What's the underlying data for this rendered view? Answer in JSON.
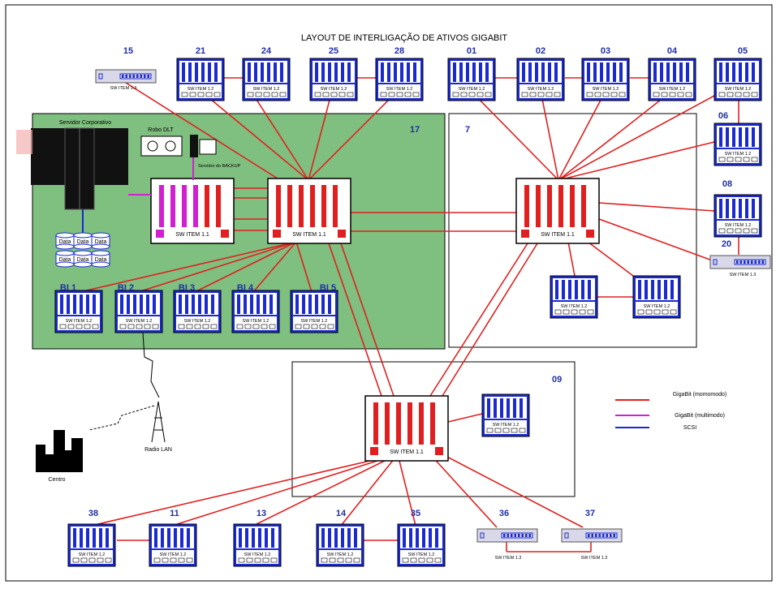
{
  "title": "LAYOUT DE INTERLIGAÇÃO DE ATIVOS GIGABIT",
  "colors": {
    "gigabit_mono": "#e02020",
    "gigabit_multi": "#d020d0",
    "scsi": "#1a2ad0",
    "zone_green": "#7fbf7f",
    "label_blue": "#1f2fa8"
  },
  "zones": {
    "z17": "17",
    "z7": "7",
    "z09": "09"
  },
  "core_label": "SW ITEM 1.1",
  "edge_label": "SW ITEM 1.2",
  "rack_label": "SW ITEM 1.3",
  "rack_label_alt": "SW  ITEM 1.3",
  "edge_ids": [
    "21",
    "24",
    "25",
    "28",
    "01",
    "02",
    "03",
    "04",
    "05",
    "06",
    "08",
    "BI 1",
    "BI 2",
    "BI 3",
    "BI 4",
    "BI 5",
    "38",
    "11",
    "13",
    "14",
    "35",
    "09-side",
    "z7-a",
    "z7-b"
  ],
  "edge_numbers": {
    "n21": "21",
    "n24": "24",
    "n25": "25",
    "n28": "28",
    "n01": "01",
    "n02": "02",
    "n03": "03",
    "n04": "04",
    "n05": "05",
    "n06": "06",
    "n08": "08",
    "bi1": "BI 1",
    "bi2": "BI 2",
    "bi3": "BI 3",
    "bi4": "BI 4",
    "bi5": "BI 5",
    "n38": "38",
    "n11": "11",
    "n13": "13",
    "n14": "14",
    "n35": "35"
  },
  "rack_numbers": {
    "n15": "15",
    "n20": "20",
    "n36": "36",
    "n37": "37"
  },
  "server": {
    "name": "Servidor  Corporativo",
    "robot": "Robo DLT",
    "backup": "Servidor do BACKUP",
    "data": "Data"
  },
  "radio": {
    "name": "Radio LAN",
    "city": "Centro"
  },
  "legend": [
    {
      "label": "GigaBit (momomodo)",
      "color_key": "gigabit_mono"
    },
    {
      "label": "GigaBit (multimodo)",
      "color_key": "gigabit_multi"
    },
    {
      "label": "SCSI",
      "color_key": "scsi"
    }
  ]
}
